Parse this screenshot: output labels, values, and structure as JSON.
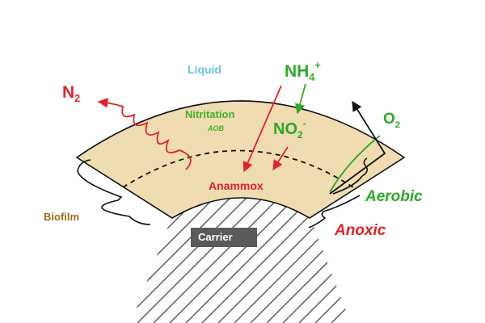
{
  "diagram": {
    "liquid_label": "Liquid",
    "nitritation_label": "Nitritation",
    "aob_label": "AOB",
    "anammox_label": "Anammox",
    "biofilm_label": "Biofilm",
    "aerobic_label": "Aerobic",
    "anoxic_label": "Anoxic",
    "carrier_label": "Carrier",
    "n2": {
      "base": "N",
      "sub": "2"
    },
    "nh4": {
      "base": "NH",
      "sub": "4",
      "sup": "+"
    },
    "no2": {
      "base": "NO",
      "sub": "2",
      "sup": "-"
    },
    "o2": {
      "base": "O",
      "sub": "2"
    }
  },
  "colors": {
    "biofilm_fill": "#efdcb0",
    "red": "#e02229",
    "green": "#2fa82a",
    "liquid_blue": "#6ec3e4",
    "biofilm_brown": "#9b6b1e",
    "carrier_box": "#5a5a5a"
  }
}
